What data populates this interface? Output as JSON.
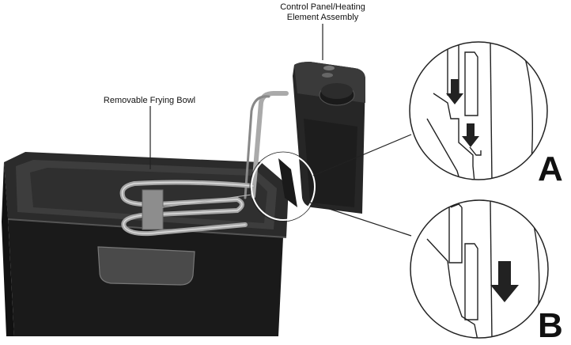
{
  "labels": {
    "frying_bowl": "Removable Frying Bowl",
    "control_panel_line1": "Control Panel/Heating",
    "control_panel_line2": "Element Assembly",
    "detail_a": "A",
    "detail_b": "B"
  },
  "colors": {
    "bowl": "#1c1c1c",
    "bowl_rim": "#2a2a2a",
    "bowl_inner": "#3a3a3a",
    "element_metal": "#9a9a9a",
    "panel": "#202020",
    "line": "#222222",
    "background": "#ffffff"
  }
}
